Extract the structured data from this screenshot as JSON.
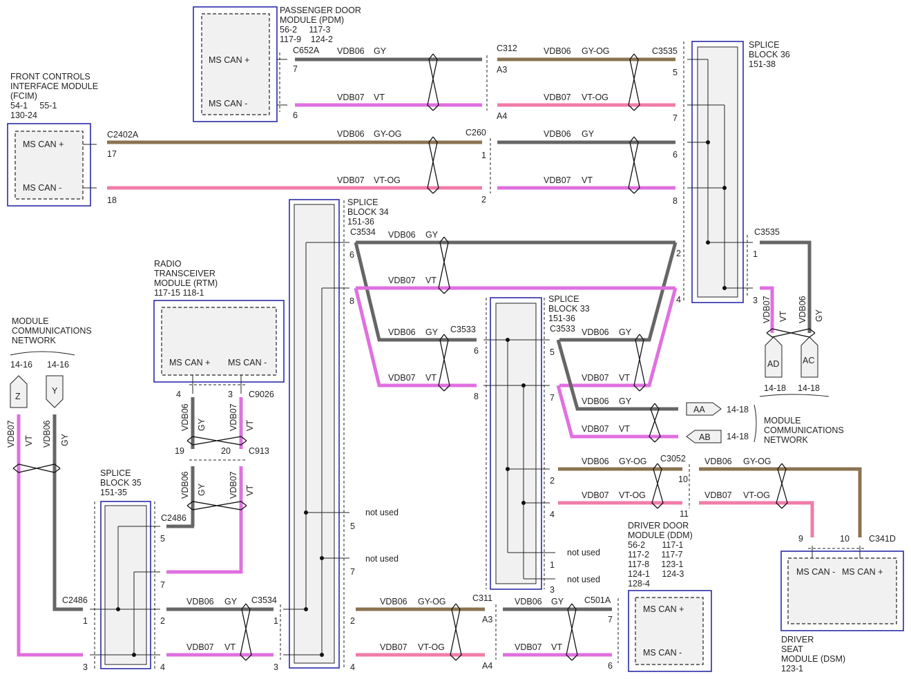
{
  "modules": {
    "pdm": {
      "lines": [
        "PASSENGER DOOR",
        "MODULE (PDM)",
        "56-2     117-3",
        "117-9    124-2"
      ],
      "can_plus": "MS CAN +",
      "can_minus": "MS CAN -"
    },
    "fcim": {
      "lines": [
        "FRONT CONTROLS",
        "INTERFACE MODULE",
        "(FCIM)",
        "54-1     55-1",
        "130-24"
      ],
      "can_plus": "MS CAN +",
      "can_minus": "MS CAN -"
    },
    "rtm": {
      "lines": [
        "RADIO",
        "TRANSCEIVER",
        "MODULE (RTM)",
        "117-15 118-1"
      ],
      "can_plus": "MS CAN +",
      "can_minus": "MS CAN -"
    },
    "ddm": {
      "lines": [
        "DRIVER DOOR",
        "MODULE (DDM)",
        "56-2       117-1",
        "117-2     117-7",
        "117-8     123-1",
        "124-1     124-3",
        "128-4"
      ],
      "can_plus": "MS CAN +",
      "can_minus": "MS CAN -"
    },
    "dsm": {
      "lines": [
        "DRIVER",
        "SEAT",
        "MODULE (DSM)",
        "123-1"
      ],
      "can_minus": "MS CAN -",
      "can_plus": "MS CAN +"
    }
  },
  "splices": {
    "sb36": [
      "SPLICE",
      "BLOCK 36",
      "151-38"
    ],
    "sb34": [
      "SPLICE",
      "BLOCK 34",
      "151-36"
    ],
    "sb33": [
      "SPLICE",
      "BLOCK 33",
      "151-36"
    ],
    "sb35": [
      "SPLICE",
      "BLOCK 35",
      "151-35"
    ]
  },
  "network": {
    "left": [
      "MODULE",
      "COMMUNICATIONS",
      "NETWORK"
    ],
    "left_refs": [
      "14-16",
      "14-16"
    ],
    "right": [
      "MODULE",
      "COMMUNICATIONS",
      "NETWORK"
    ]
  },
  "off_page": {
    "z": "Z",
    "y": "Y",
    "ad": "AD",
    "ac": "AC",
    "aa": "AA",
    "ab": "AB",
    "ad_ref": "14-18",
    "ac_ref": "14-18",
    "aa_ref": "14-18",
    "ab_ref": "14-18"
  },
  "connectors": {
    "c652a": "C652A",
    "c312": "C312",
    "c3535a": "C3535",
    "c3535b": "C3535",
    "c2402a": "C2402A",
    "c260": "C260",
    "c3534a": "C3534",
    "c3534b": "C3534",
    "c3533a": "C3533",
    "c3533b": "C3533",
    "c9026": "C9026",
    "c913": "C913",
    "c2486a": "C2486",
    "c2486b": "C2486",
    "c3052": "C3052",
    "c341d": "C341D",
    "c311": "C311",
    "c501a": "C501A"
  },
  "wires": {
    "vdb06": "VDB06",
    "vdb07": "VDB07",
    "gy": "GY",
    "vt": "VT",
    "gyog": "GY-OG",
    "vtog": "VT-OG"
  },
  "pins": {
    "p7": "7",
    "p6": "6",
    "p5": "5",
    "p8": "8",
    "p17": "17",
    "p18": "18",
    "p1": "1",
    "p2": "2",
    "p3": "3",
    "p4": "4",
    "a3": "A3",
    "a4": "A4",
    "p19": "19",
    "p20": "20",
    "p9": "9",
    "p10": "10",
    "p11": "11"
  },
  "misc": {
    "not_used": "not used"
  }
}
